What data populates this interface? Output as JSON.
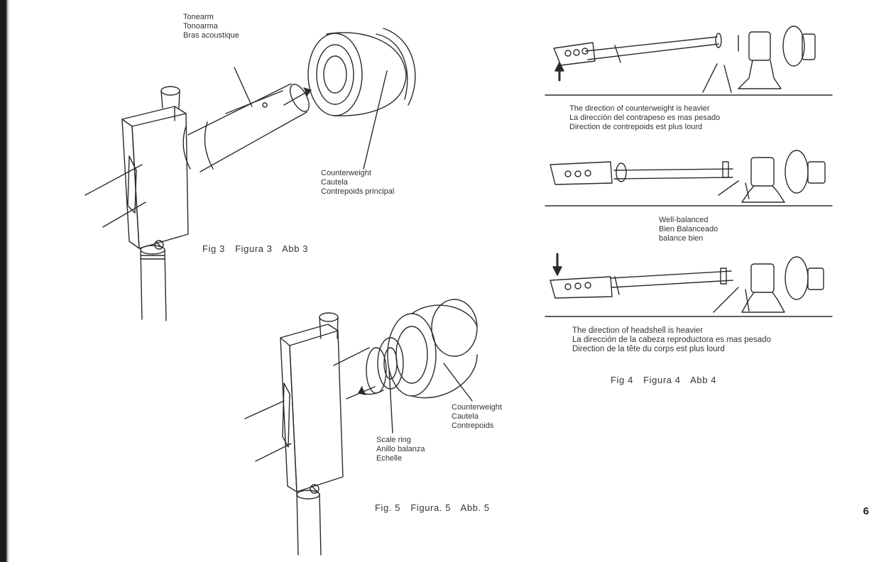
{
  "fig3": {
    "tonearm_label": [
      "Tonearm",
      "Tonoarma",
      "Bras acoustique"
    ],
    "counterweight_label": [
      "Counterweight",
      "Cautela",
      "Contrepoids principal"
    ],
    "caption": [
      "Fig 3",
      "Figura 3",
      "Abb 3"
    ]
  },
  "fig4": {
    "heavier_counterweight": [
      "The direction of counterweight is heavier",
      "La dirección del contrapeso es mas pesado",
      "Direction de contrepoids est plus lourd"
    ],
    "well_balanced": [
      "Well-balanced",
      "Bien Balanceado",
      "balance bien"
    ],
    "heavier_headshell": [
      "The direction of headshell is heavier",
      "La dirección de la cabeza reproductora es mas pesado",
      "Direction de la tête du corps est plus lourd"
    ],
    "caption": [
      "Fig 4",
      "Figura 4",
      "Abb 4"
    ]
  },
  "fig5": {
    "counterweight_label": [
      "Counterweight",
      "Cautela",
      "Contrepoids"
    ],
    "scale_ring_label": [
      "Scale ring",
      "Anillo balanza",
      "Echelle"
    ],
    "caption": [
      "Fig. 5",
      "Figura. 5",
      "Abb. 5"
    ]
  },
  "page_number": "6"
}
